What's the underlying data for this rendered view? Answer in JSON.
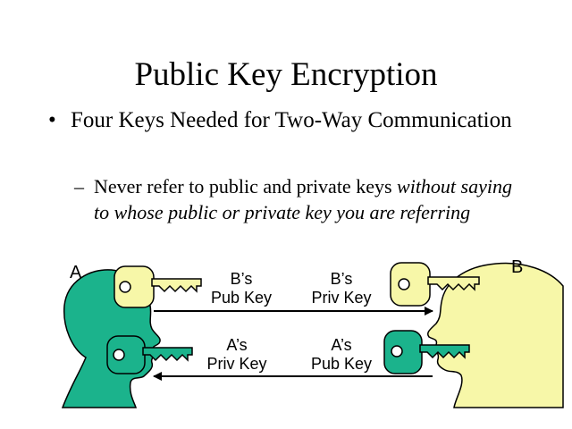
{
  "slide": {
    "title": "Public Key Encryption",
    "bullet": "Four Keys Needed for Two-Way Communication",
    "sub_plain": "Never refer to public and private keys ",
    "sub_italic": "without saying to whose public or private key you are referring"
  },
  "diagram": {
    "party_a": "A",
    "party_b": "B",
    "top_left_label": [
      "B’s",
      "Pub Key"
    ],
    "top_right_label": [
      "B’s",
      "Priv Key"
    ],
    "bottom_left_label": [
      "A’s",
      "Priv Key"
    ],
    "bottom_right_label": [
      "A’s",
      "Pub Key"
    ],
    "colors": {
      "person_a": "#1bb38c",
      "person_b": "#f7f7a8",
      "key_yellow": "#f7f7a8",
      "key_green": "#1bb38c"
    }
  }
}
